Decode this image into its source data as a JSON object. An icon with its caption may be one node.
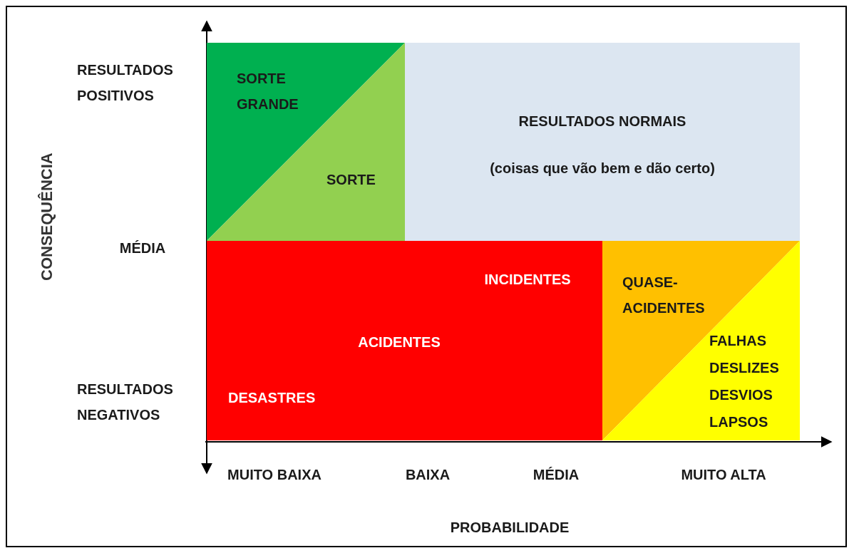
{
  "diagram": {
    "nodes": [
      {
        "text": [
          "SORTE GRANDE"
        ]
      },
      {
        "text": [
          "SORTE"
        ]
      },
      {
        "text": [
          "RESULTADOS NORMAIS",
          "(coisas que vão bem e dão certo)"
        ]
      },
      {
        "text": [
          "INCIDENTES",
          "ACIDENTES",
          "DESASTRES"
        ]
      },
      {
        "text": [
          "QUASE-ACIDENTES"
        ]
      },
      {
        "text": [
          "FALHAS",
          "DESLIZES",
          "DESVIOS",
          "LAPSOS"
        ]
      }
    ],
    "edges": [],
    "labels": [
      "RESULTADOS POSITIVOS",
      "CONSEQUÊNCIA",
      "MÉDIA",
      "RESULTADOS NEGATIVOS",
      "MUITO BAIXA",
      "BAIXA",
      "MÉDIA",
      "MUITO ALTA",
      "PROBABILIDADE"
    ]
  }
}
